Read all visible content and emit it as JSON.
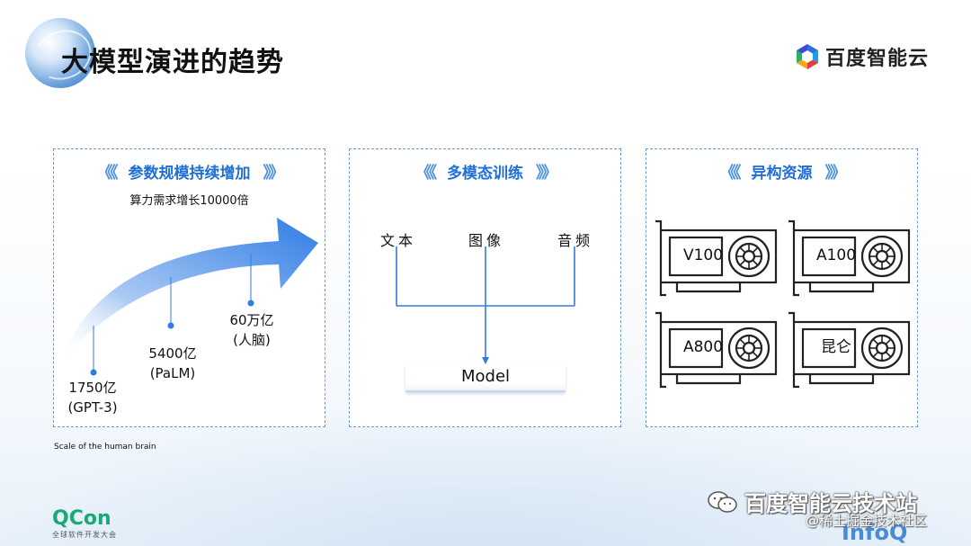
{
  "header": {
    "title": "大模型演进的趋势",
    "brand": "百度智能云"
  },
  "panels": [
    {
      "title": "参数规模持续增加",
      "subtitle": "算力需求增长10000倍",
      "points": [
        {
          "value": "1750亿",
          "model": "(GPT-3)"
        },
        {
          "value": "5400亿",
          "model": "(PaLM)"
        },
        {
          "value": "60万亿",
          "model": "(人脑)"
        }
      ]
    },
    {
      "title": "多模态训练",
      "inputs": [
        "文本",
        "图像",
        "音频"
      ],
      "output": "Model"
    },
    {
      "title": "异构资源",
      "gpus": [
        "V100",
        "A100",
        "A800",
        "昆仑"
      ]
    }
  ],
  "footnote": "Scale of the human brain",
  "footer": {
    "qcon": "QCon",
    "qcon_sub": "全球软件开发大会",
    "watermark_main": "百度智能云技术站",
    "watermark_sub": "@稀土掘金技术社区",
    "infoq": "InfoQ"
  },
  "colors": {
    "accent": "#1f6fd6",
    "qcon": "#19a974"
  }
}
